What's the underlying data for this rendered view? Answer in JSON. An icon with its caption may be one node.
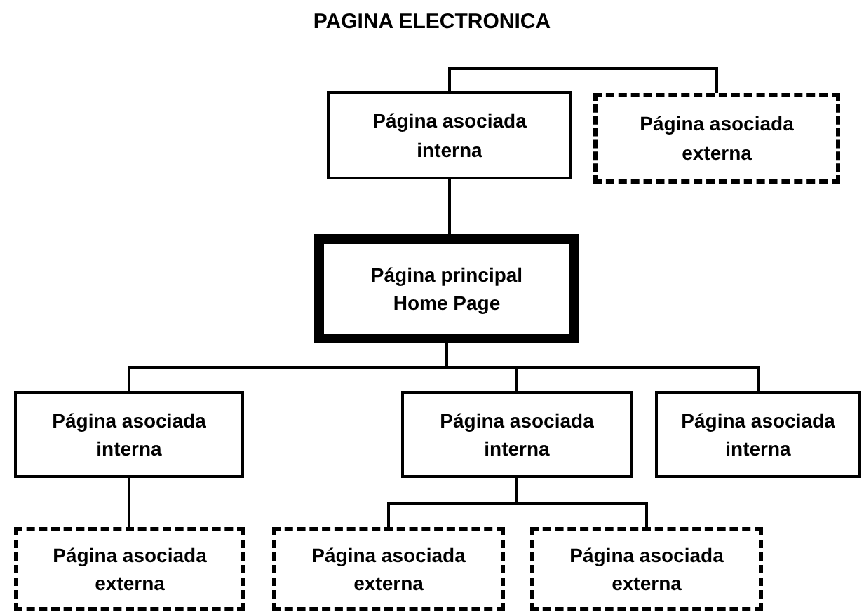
{
  "diagram": {
    "title": "PAGINA ELECTRONICA",
    "nodes": [
      {
        "text": [
          "Página asociada interna"
        ]
      },
      {
        "text": [
          "Página asociada externa"
        ]
      },
      {
        "text": [
          "Página principal Home Page"
        ]
      },
      {
        "text": [
          "Página asociada interna"
        ]
      },
      {
        "text": [
          "Página asociada interna"
        ]
      },
      {
        "text": [
          "Página asociada interna"
        ]
      },
      {
        "text": [
          "Página asociada externa"
        ]
      },
      {
        "text": [
          "Página asociada externa"
        ]
      },
      {
        "text": [
          "Página asociada externa"
        ]
      }
    ],
    "edges": [
      {
        "from": 0,
        "to": 1,
        "arrow": "none"
      },
      {
        "from": 0,
        "to": 2,
        "arrow": "none"
      },
      {
        "from": 2,
        "to": 3,
        "arrow": "none"
      },
      {
        "from": 2,
        "to": 4,
        "arrow": "none"
      },
      {
        "from": 2,
        "to": 5,
        "arrow": "none"
      },
      {
        "from": 3,
        "to": 6,
        "arrow": "none"
      },
      {
        "from": 4,
        "to": 7,
        "arrow": "none"
      },
      {
        "from": 4,
        "to": 8,
        "arrow": "none"
      }
    ]
  }
}
